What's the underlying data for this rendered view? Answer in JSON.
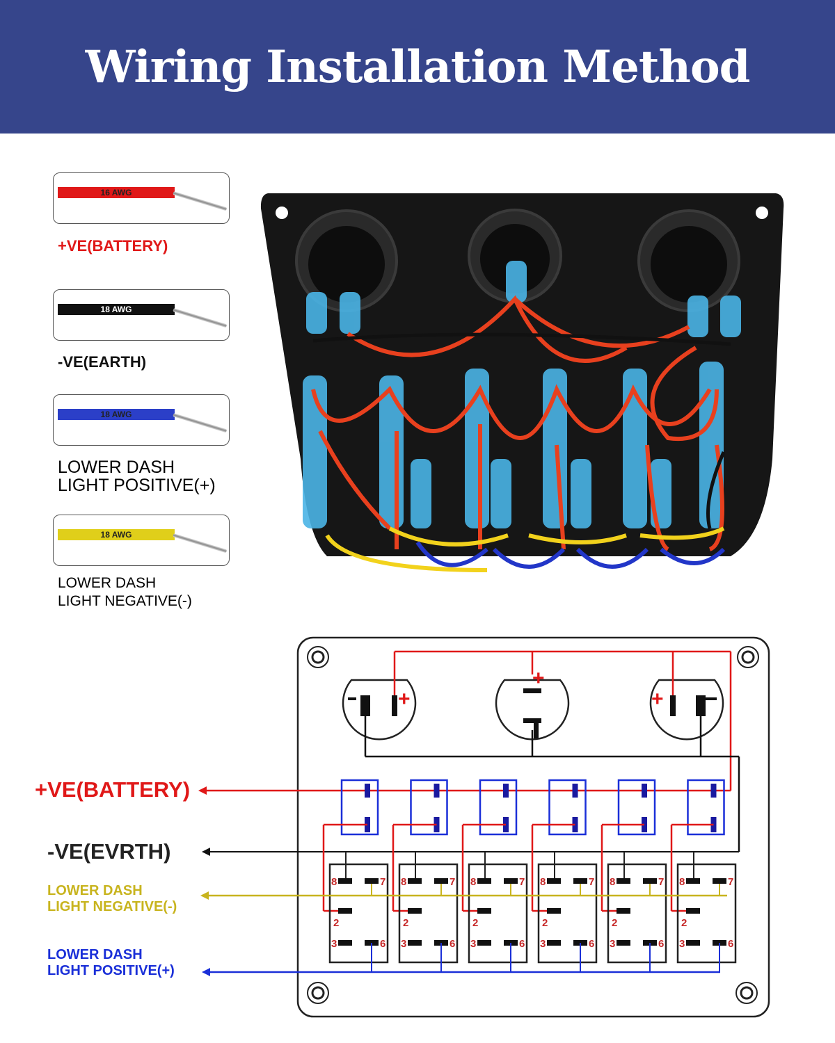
{
  "title": "Wiring Installation Method",
  "legend": [
    {
      "gauge": "16 AWG",
      "label": "+VE(BATTERY)",
      "color": "#e01818",
      "label_color": "#e01818",
      "text_color": "#222"
    },
    {
      "gauge": "18 AWG",
      "label": "-VE(EARTH)",
      "color": "#111111",
      "label_color": "#111",
      "text_color": "#fff"
    },
    {
      "gauge": "18 AWG",
      "label_line1": "LOWER DASH",
      "label_line2": "LIGHT POSITIVE(+)",
      "color": "#2b3fc8",
      "label_color": "#111",
      "text_color": "#222"
    },
    {
      "gauge": "18 AWG",
      "label_line1": "LOWER DASH",
      "label_line2": "LIGHT NEGATIVE(-)",
      "color": "#e0cf1a",
      "label_color": "#111",
      "text_color": "#222"
    }
  ],
  "diagram": {
    "battery": "+VE(BATTERY)",
    "earth": "-VE(EVRTH)",
    "neg_line1": "LOWER DASH",
    "neg_line2": "LIGHT NEGATIVE(-)",
    "pos_line1": "LOWER DASH",
    "pos_line2": "LIGHT POSITIVE(+)",
    "switch_count": 6,
    "pins": [
      "8",
      "7",
      "2",
      "3",
      "6"
    ],
    "socket_plus": "+",
    "socket_minus": "-",
    "colors": {
      "red": "#e01818",
      "black": "#111111",
      "yellow": "#c8b41e",
      "blue": "#1a2fd8"
    }
  }
}
